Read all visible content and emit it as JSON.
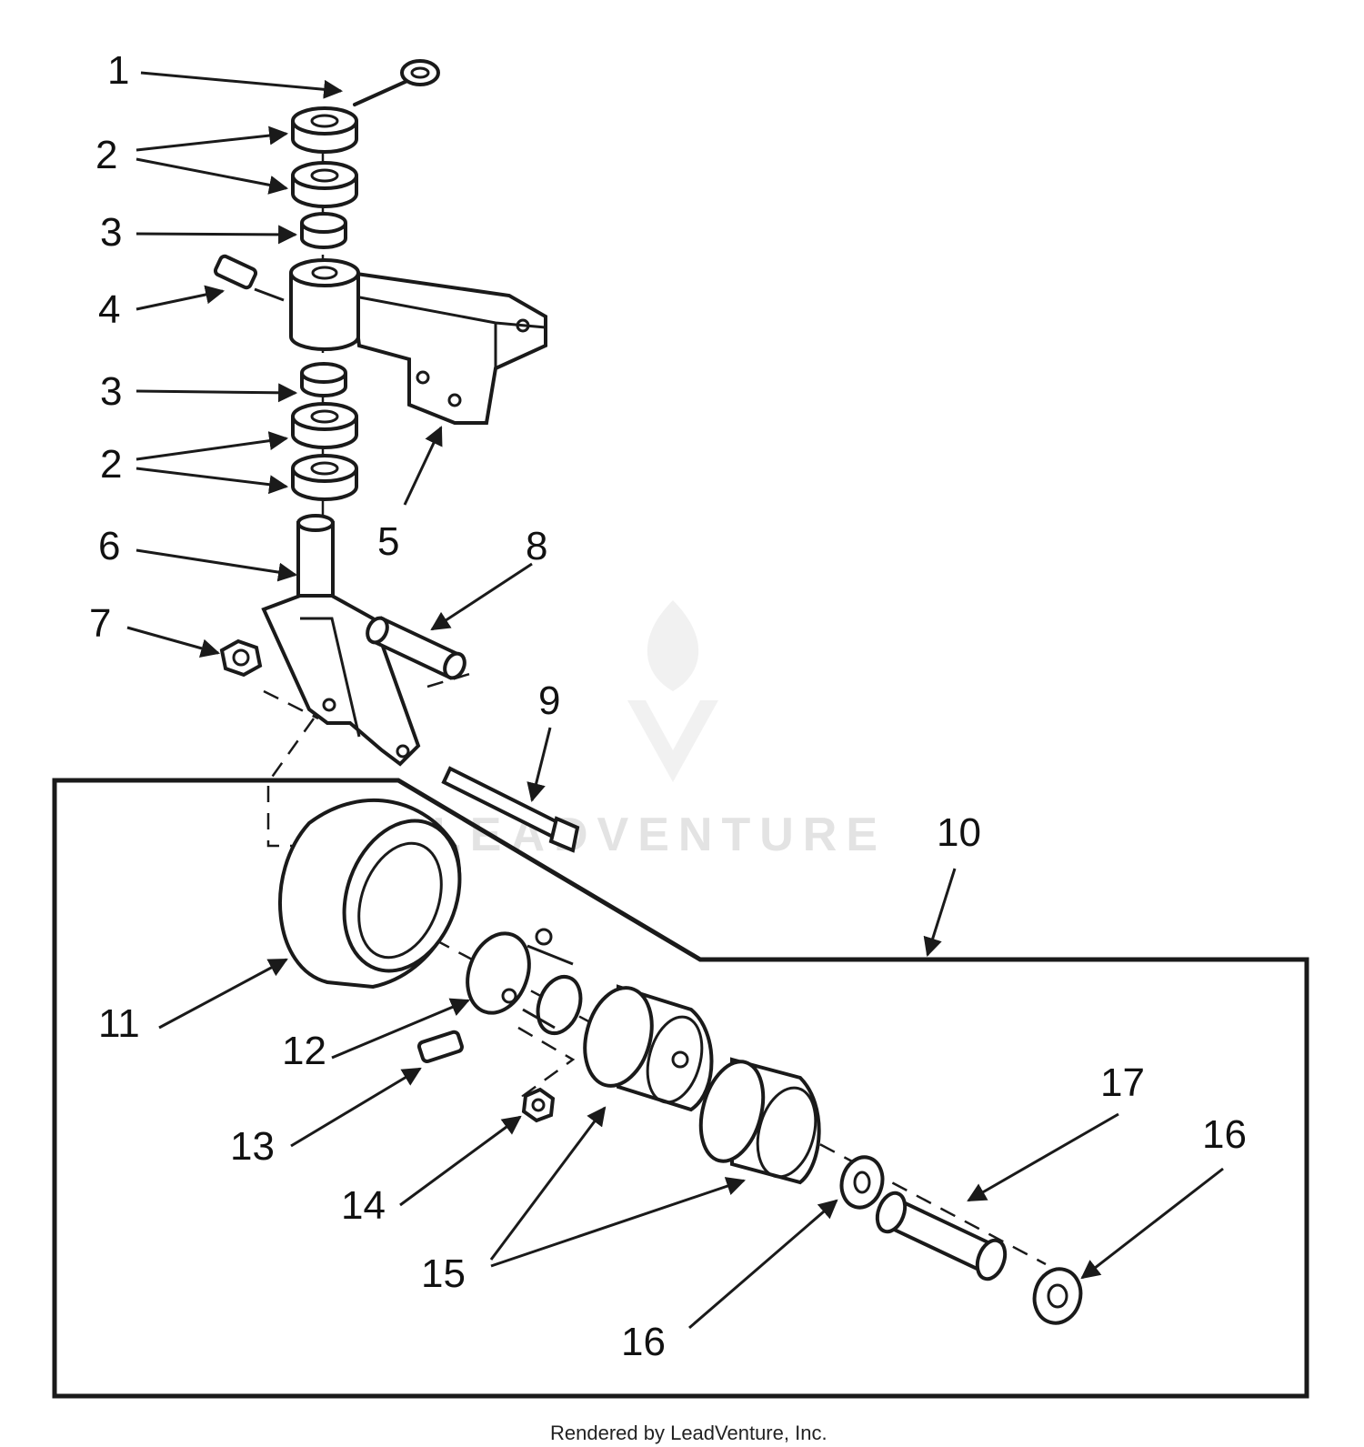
{
  "callouts": [
    "1",
    "2",
    "2",
    "3",
    "4",
    "5",
    "3",
    "2",
    "2",
    "6",
    "8",
    "7",
    "9",
    "10",
    "11",
    "12",
    "13",
    "14",
    "15",
    "17",
    "16",
    "16"
  ],
  "watermark": "LEADVENTURE",
  "credit": "Rendered by LeadVenture, Inc.",
  "colors": {
    "line": "#1a1a1a",
    "watermark": "#e3e3e3"
  }
}
